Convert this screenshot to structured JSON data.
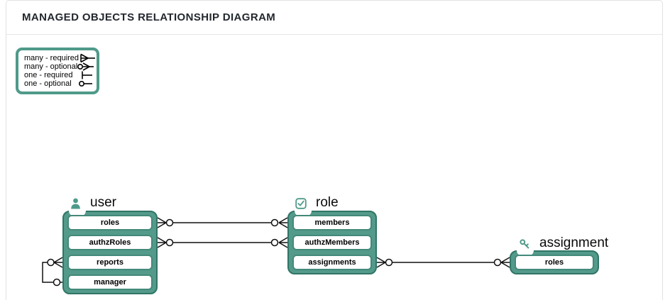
{
  "page": {
    "title": "MANAGED OBJECTS RELATIONSHIP DIAGRAM"
  },
  "legend": {
    "items": [
      {
        "label": "many - required",
        "symbol": "many-required"
      },
      {
        "label": "many - optional",
        "symbol": "many-optional"
      },
      {
        "label": "one - required",
        "symbol": "one-required"
      },
      {
        "label": "one - optional",
        "symbol": "one-optional"
      }
    ]
  },
  "diagram": {
    "entities": [
      {
        "name": "user",
        "icon": "person-icon",
        "rows": [
          "roles",
          "authzRoles",
          "reports",
          "manager"
        ]
      },
      {
        "name": "role",
        "icon": "check-square-icon",
        "rows": [
          "members",
          "authzMembers",
          "assignments"
        ]
      },
      {
        "name": "assignment",
        "icon": "key-icon",
        "rows": [
          "roles"
        ]
      }
    ],
    "connections": [
      {
        "from": "user.roles",
        "to": "role.members",
        "from_end": "many-optional",
        "to_end": "many-optional"
      },
      {
        "from": "user.authzRoles",
        "to": "role.authzMembers",
        "from_end": "many-optional",
        "to_end": "many-optional"
      },
      {
        "from": "role.assignments",
        "to": "assignment.roles",
        "from_end": "many-optional",
        "to_end": "many-optional"
      },
      {
        "from": "user.reports",
        "to": "user.manager",
        "from_end": "many-optional",
        "to_end": "one-optional"
      }
    ]
  },
  "colors": {
    "teal": "#549a8b",
    "teal_dark": "#307566",
    "wire": "#111111"
  }
}
